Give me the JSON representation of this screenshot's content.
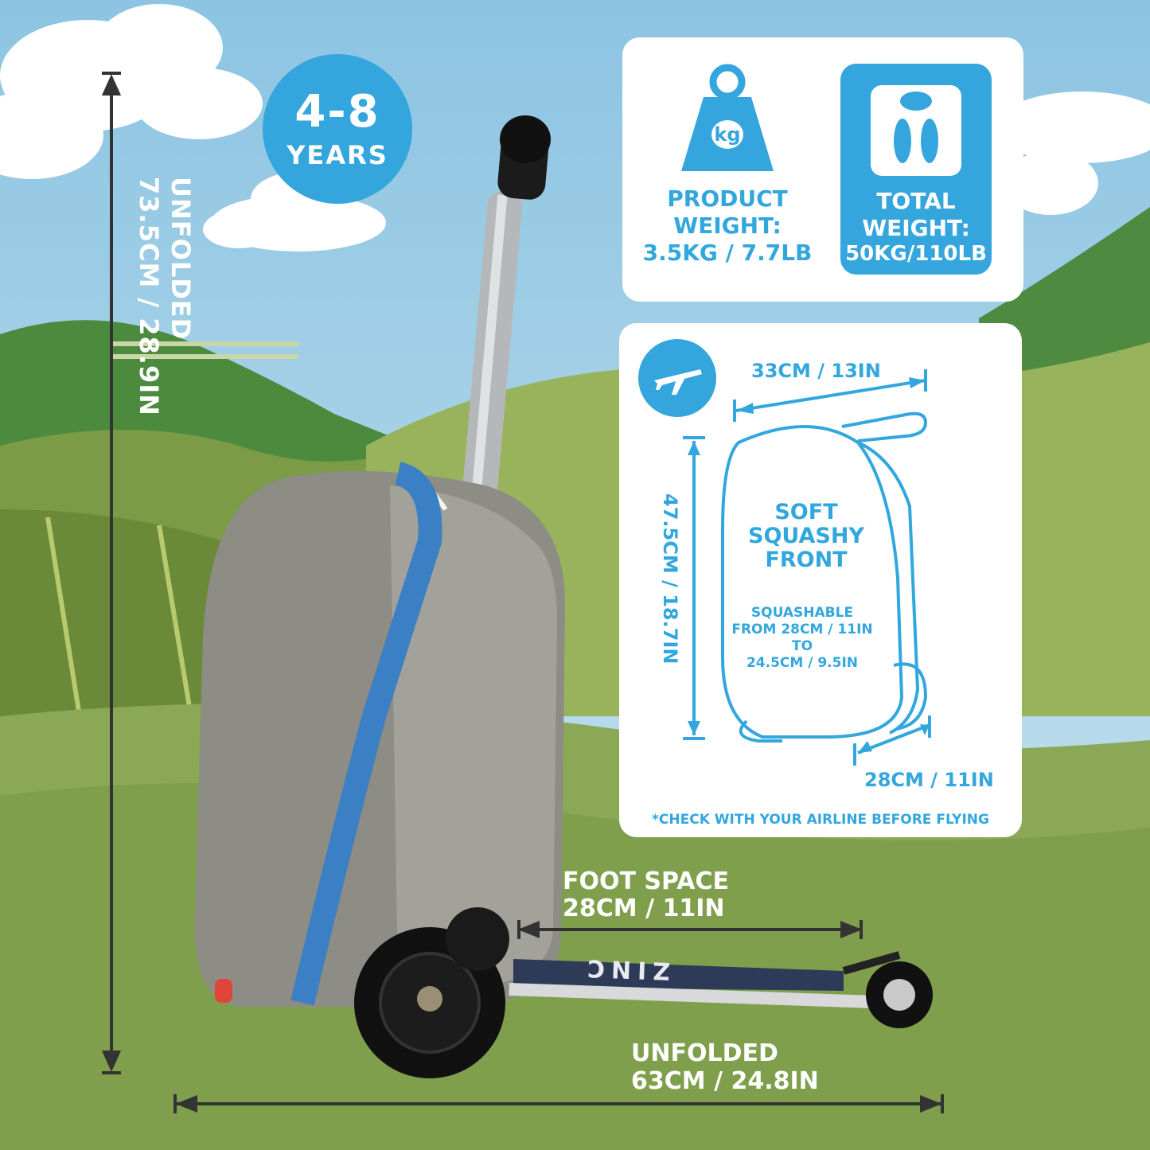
{
  "age_badge": {
    "range": "4-8",
    "unit": "YEARS"
  },
  "height_dimension": {
    "label": "UNFOLDED",
    "value": "73.5CM / 28.9IN"
  },
  "weight_card": {
    "product_label": "PRODUCT",
    "product_label2": "WEIGHT:",
    "product_value": "3.5KG / 7.7LB",
    "kg_label": "kg",
    "total_label": "TOTAL",
    "total_label2": "WEIGHT:",
    "total_value": "50KG/110LB"
  },
  "dims_card": {
    "width": "33CM / 13IN",
    "height": "47.5CM / 18.7IN",
    "depth": "28CM / 11IN",
    "front_line1": "SOFT",
    "front_line2": "SQUASHY",
    "front_line3": "FRONT",
    "squash_line1": "SQUASHABLE",
    "squash_line2": "FROM 28CM / 11IN",
    "squash_line3": "TO",
    "squash_line4": "24.5CM / 9.5IN",
    "disclaimer": "*CHECK WITH YOUR AIRLINE BEFORE FLYING"
  },
  "foot_space": {
    "label": "FOOT SPACE",
    "value": "28CM / 11IN"
  },
  "length_dimension": {
    "label": "UNFOLDED",
    "value": "63CM / 24.8IN"
  },
  "deck_brand": "ZINC",
  "colors": {
    "accent": "#35a6dd",
    "sky": "#a8d3ea",
    "grass": "#8aa856",
    "suitcase": "#8d8c85",
    "zipper": "#3b7fc4"
  },
  "icons": [
    "kg-weight-icon",
    "bathroom-scale-icon",
    "airplane-icon"
  ]
}
